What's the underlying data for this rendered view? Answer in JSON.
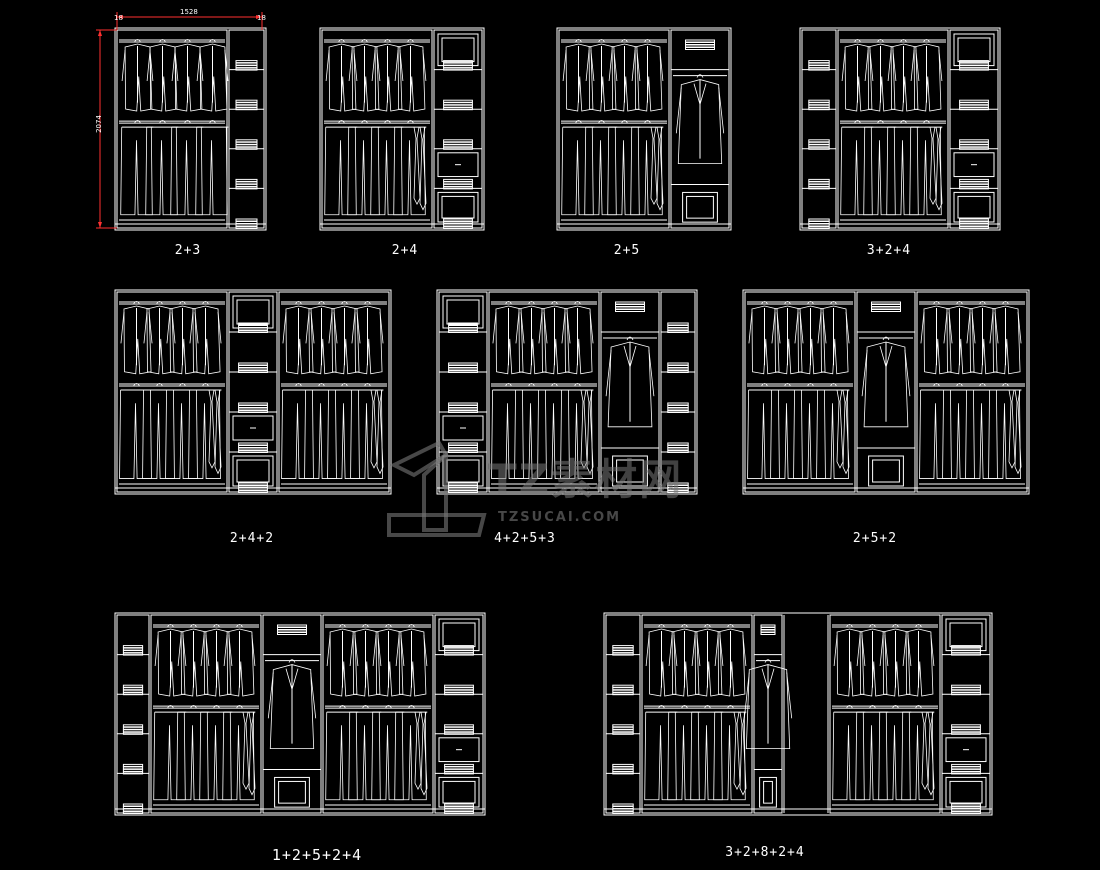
{
  "dimensions": {
    "width_value": "1528",
    "height_value": "2074",
    "side_left": "18",
    "side_right": "18"
  },
  "units": [
    {
      "label": "2+3",
      "modules": [
        4,
        1
      ]
    },
    {
      "label": "2+4",
      "modules": [
        4,
        1
      ]
    },
    {
      "label": "2+5",
      "modules": [
        4,
        1
      ]
    },
    {
      "label": "3+2+4",
      "modules": [
        1,
        4,
        1
      ]
    },
    {
      "label": "2+4+2",
      "modules": [
        4,
        1,
        4
      ]
    },
    {
      "label": "4+2+5+3",
      "modules": [
        1,
        4,
        2,
        1
      ]
    },
    {
      "label": "2+5+2",
      "modules": [
        4,
        2,
        4
      ]
    },
    {
      "label": "1+2+5+2+4",
      "modules": [
        1,
        4,
        2,
        4,
        1
      ]
    },
    {
      "label": "3+2+8+2+4",
      "modules": [
        1,
        4,
        1,
        1,
        4,
        1
      ]
    }
  ],
  "watermark": {
    "text": "TZ素材网",
    "sub": "TZSUCAI.COM"
  },
  "colors": {
    "background": "#000000",
    "line": "#ffffff",
    "dimension": "#ff3030",
    "watermark": "#808080"
  }
}
